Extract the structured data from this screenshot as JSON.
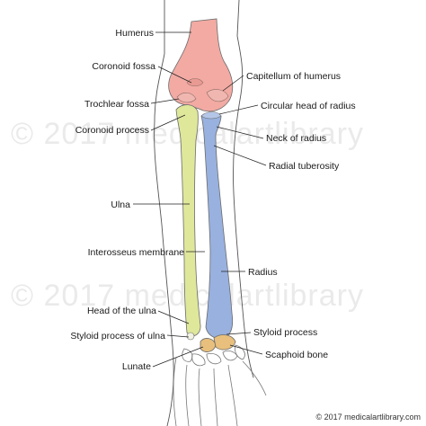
{
  "labels": {
    "humerus": "Humerus",
    "coronoid_fossa": "Coronoid fossa",
    "capitellum": "Capitellum of humerus",
    "trochlear_fossa": "Trochlear fossa",
    "circular_head": "Circular head of radius",
    "coronoid_process": "Coronoid process",
    "neck_radius": "Neck of radius",
    "radial_tuberosity": "Radial tuberosity",
    "ulna": "Ulna",
    "interosseus": "Interosseus membrane",
    "radius": "Radius",
    "head_ulna": "Head of the ulna",
    "styloid_process": "Styloid process",
    "styloid_ulna": "Styloid process of ulna",
    "scaphoid": "Scaphoid bone",
    "lunate": "Lunate"
  },
  "watermark": "© 2017 medicalartlibrary",
  "copyright": "© 2017 medicalartlibrary.com",
  "colors": {
    "humerus": "#f2aaa3",
    "ulna": "#dfe79a",
    "radius": "#98b1df",
    "carpal": "#e8bf7c"
  }
}
